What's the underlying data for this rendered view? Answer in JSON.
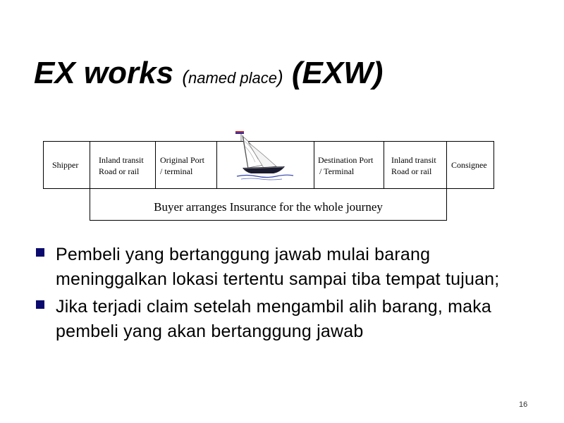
{
  "slide": {
    "title_main": "EX works",
    "title_sub_open": "(",
    "title_sub": "named place",
    "title_sub_close": ")",
    "title_code": "(EXW)",
    "page_number": "16"
  },
  "diagram": {
    "shipper": "Shipper",
    "inland_transit_origin": [
      "Inland transit",
      "Road or rail"
    ],
    "original_port": [
      "Original Port",
      "/ terminal"
    ],
    "destination_port": [
      "Destination Port",
      "/ Terminal"
    ],
    "inland_transit_destination": [
      "Inland transit",
      "Road or rail"
    ],
    "consignee": "Consignee",
    "insurance_note": "Buyer arranges Insurance for the whole journey",
    "vessel_icon": "sailboat-icon",
    "colors": {
      "border": "#000000",
      "sail": "#ffffff",
      "hull": "#1a1a2e",
      "flag_red": "#cc2222",
      "flag_blue": "#2233aa",
      "water": "#3344aa"
    }
  },
  "bullets": [
    {
      "text": "Pembeli yang bertanggung jawab mulai barang meninggalkan lokasi tertentu sampai tiba tempat tujuan;"
    },
    {
      "text": "Jika terjadi claim setelah mengambil alih barang, maka pembeli yang akan bertanggung jawab"
    }
  ],
  "colors": {
    "bullet_marker": "#0a0a6e",
    "text": "#000000",
    "background": "#ffffff"
  }
}
